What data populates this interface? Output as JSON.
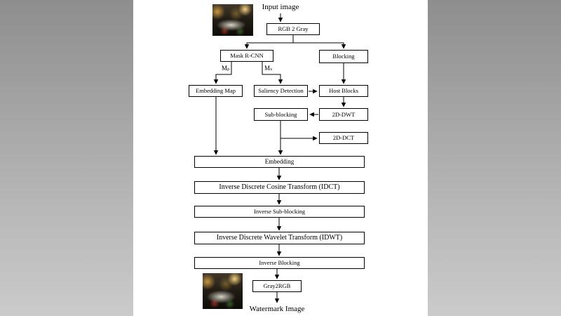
{
  "figure": {
    "input_label": "Input image",
    "output_label": "Watermark Image",
    "edge_labels": {
      "mp": "Mₚ",
      "ms": "Mₛ"
    },
    "nodes": {
      "rgb2gray": "RGB 2 Gray",
      "mask_rcnn": "Mask R-CNN",
      "blocking": "Blocking",
      "embedding_map": "Embedding Map",
      "saliency_detection": "Saliency Detection",
      "host_blocks": "Host Blocks",
      "sub_blocking": "Sub-blocking",
      "dwt_2d": "2D-DWT",
      "dct_2d": "2D-DCT",
      "embedding": "Embedding",
      "idct": "Inverse Discrete Cosine Transform (IDCT)",
      "inverse_sub_blocking": "Inverse Sub-blocking",
      "idwt": "Inverse Discrete Wavelet Transform (IDWT)",
      "inverse_blocking": "Inverse Blocking",
      "gray2rgb": "Gray2RGB"
    },
    "images": {
      "input_photo": "night-street-police-motorcycle-photo",
      "output_photo": "night-street-police-motorcycle-photo"
    },
    "colors": {
      "box_border": "#000000",
      "box_fill": "#ffffff",
      "margin_gray_top": "#8e8e8e",
      "margin_gray_bottom": "#cbcbcb"
    }
  }
}
